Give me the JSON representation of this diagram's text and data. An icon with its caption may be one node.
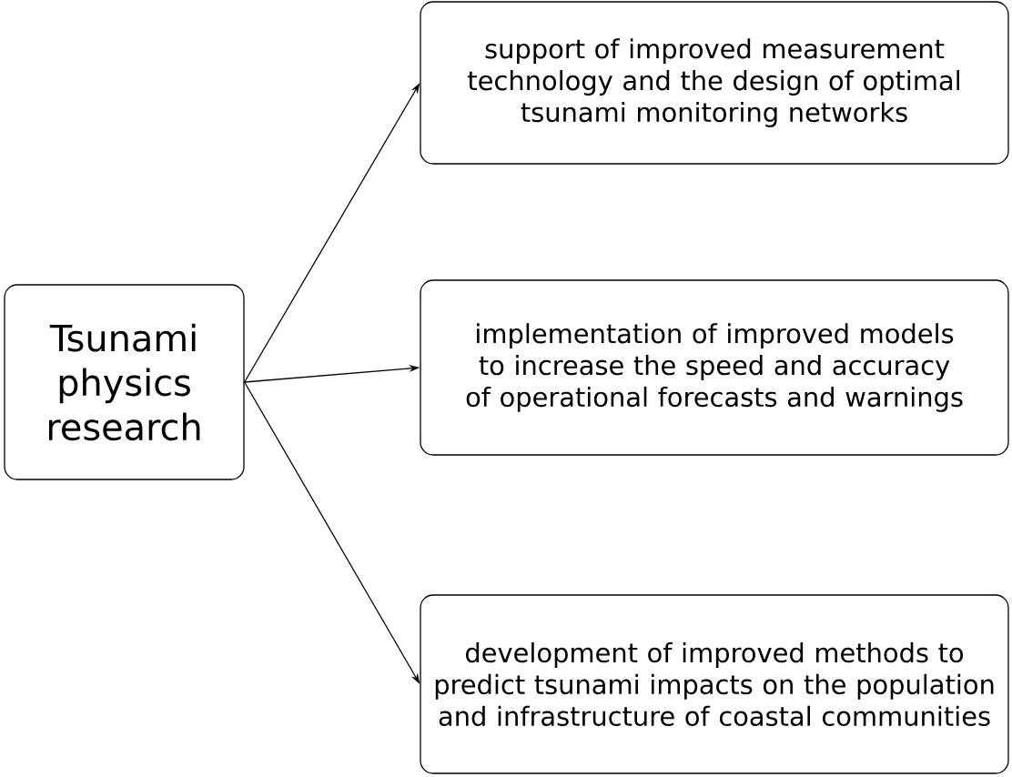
{
  "diagram": {
    "nodes": [
      {
        "text": [
          "Tsunami physics research"
        ]
      },
      {
        "text": [
          "support of improved measurement technology and the design of optimal tsunami monitoring networks"
        ]
      },
      {
        "text": [
          "implementation of improved models to increase the speed and accuracy of operational forecasts and warnings"
        ]
      },
      {
        "text": [
          "development of improved methods to predict tsunami impacts on the population and infrastructure of coastal communities"
        ]
      }
    ],
    "edges": [
      {
        "from": 0,
        "to": 1,
        "arrow": "to"
      },
      {
        "from": 0,
        "to": 2,
        "arrow": "to"
      },
      {
        "from": 0,
        "to": 3,
        "arrow": "to"
      }
    ]
  }
}
